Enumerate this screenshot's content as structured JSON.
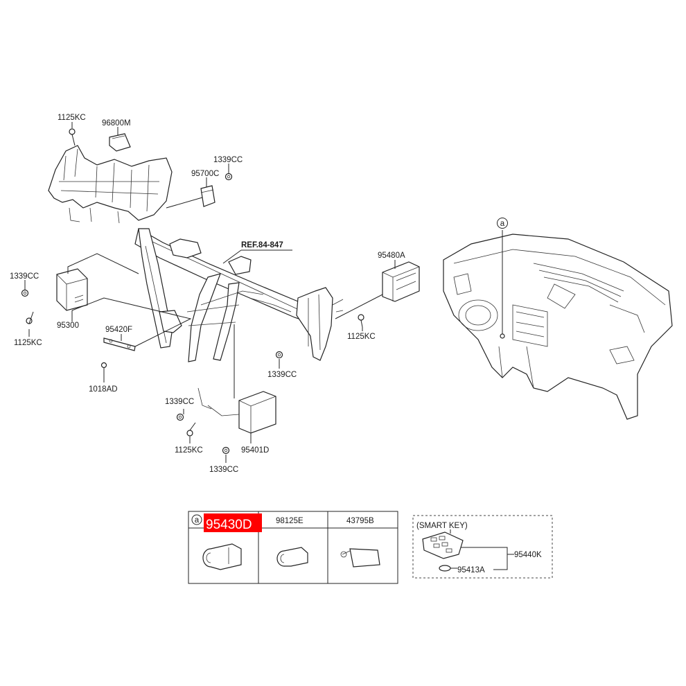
{
  "labels": {
    "l_1125kc_top": "1125KC",
    "l_96800m": "96800M",
    "l_1339cc_top": "1339CC",
    "l_95700c": "95700C",
    "l_ref": "REF.84-847",
    "l_95480a": "95480A",
    "l_1339cc_left": "1339CC",
    "l_95300": "95300",
    "l_1125kc_left": "1125KC",
    "l_95420f": "95420F",
    "l_1125kc_right": "1125KC",
    "l_1339cc_mid": "1339CC",
    "l_1018ad": "1018AD",
    "l_1339cc_low": "1339CC",
    "l_1125kc_low": "1125KC",
    "l_95401d": "95401D",
    "l_1339cc_bottom": "1339CC",
    "circle_a_top": "a"
  },
  "table": {
    "circle_a": "a",
    "highlight_part": "95430D",
    "col2_part": "98125E",
    "col3_part": "43795B"
  },
  "smart_key": {
    "title": "(SMART KEY)",
    "key_part": "95440K",
    "battery_part": "95413A"
  },
  "colors": {
    "highlight": "#ff0000",
    "line": "#222222"
  }
}
